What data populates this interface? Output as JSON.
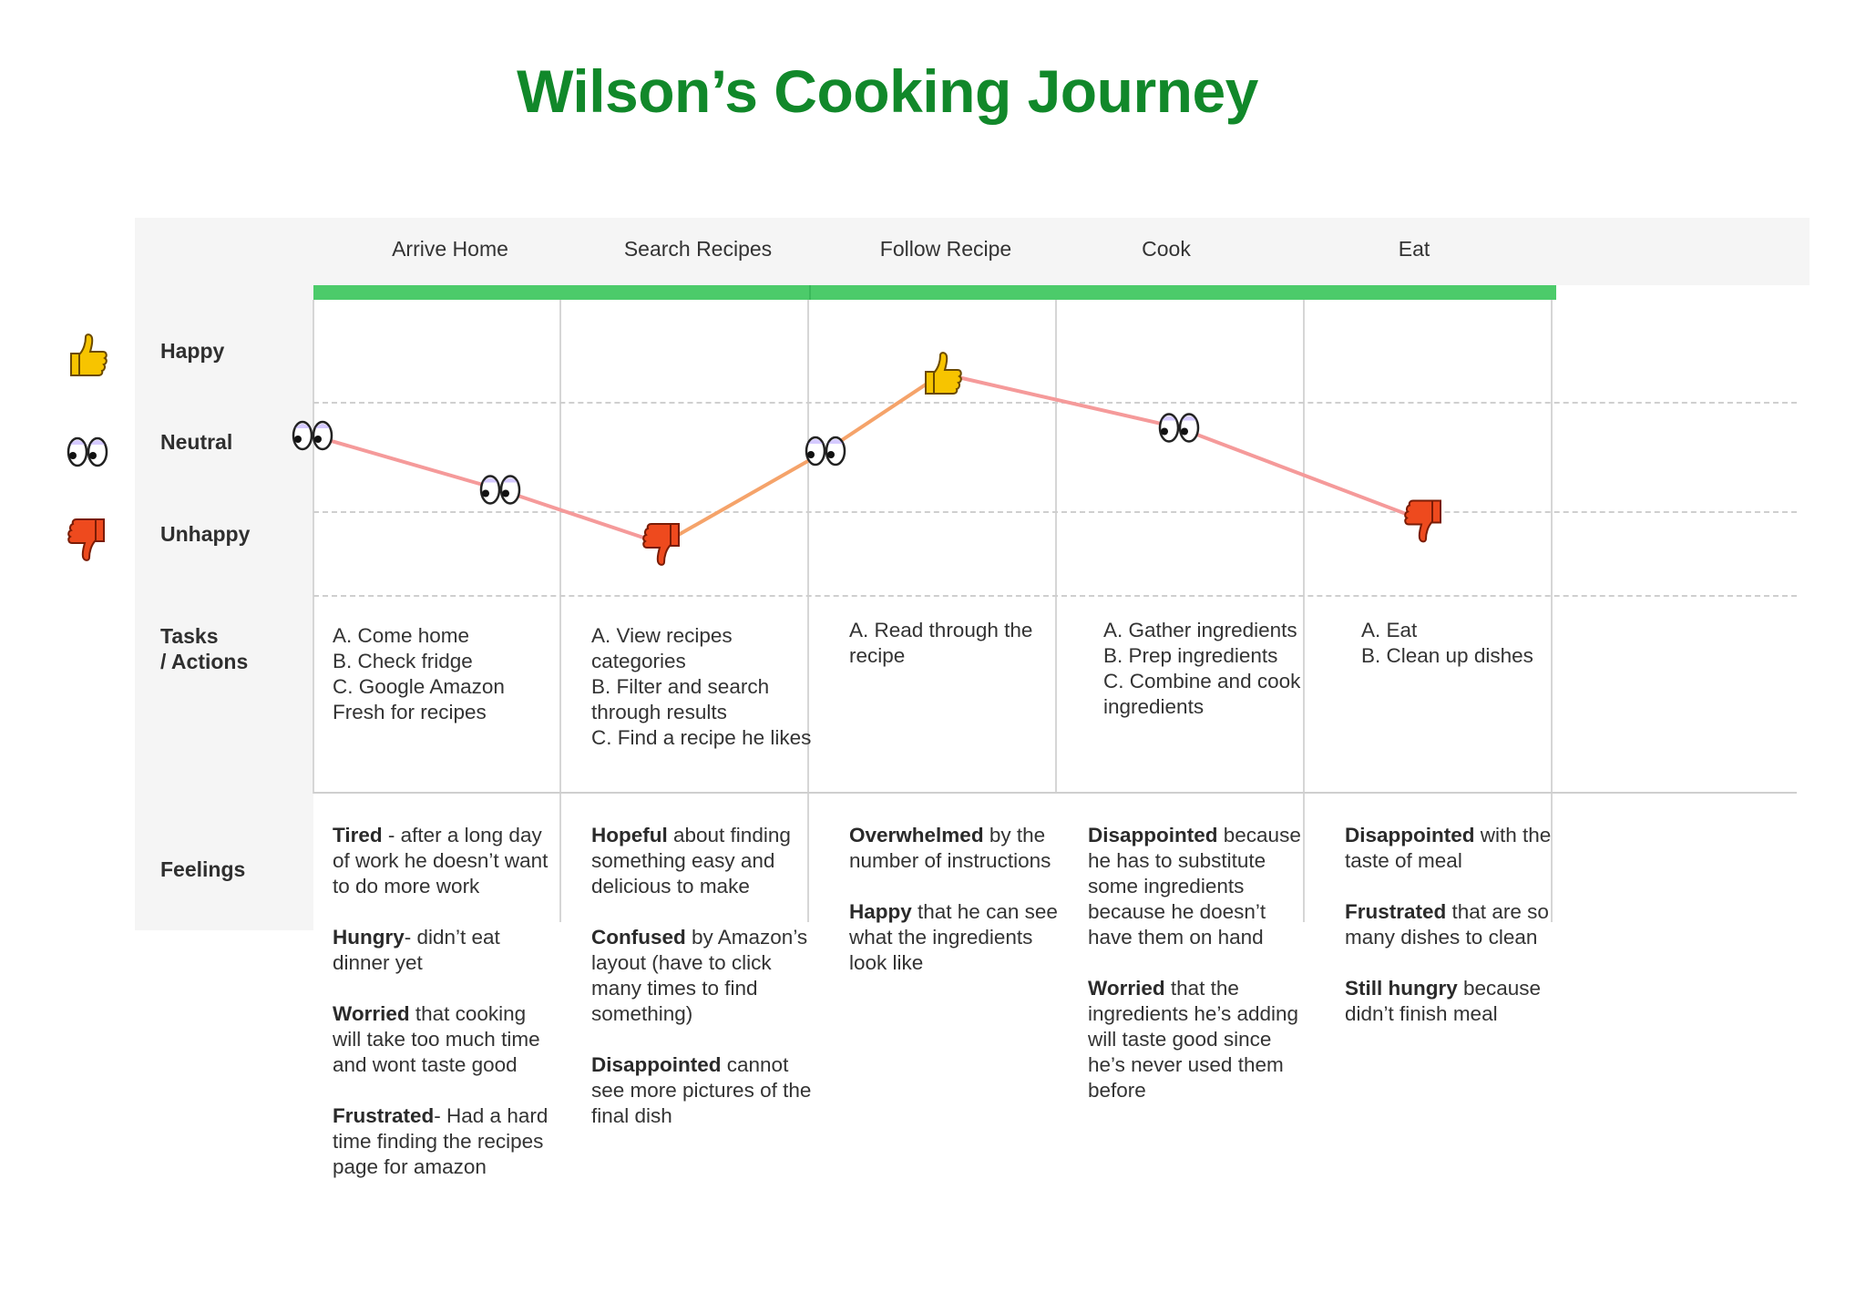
{
  "title": "Wilson’s Cooking Journey",
  "stages": [
    "Arrive Home",
    "Search Recipes",
    "Follow Recipe",
    "Cook",
    "Eat"
  ],
  "rows": {
    "happy": "Happy",
    "neutral": "Neutral",
    "unhappy": "Unhappy",
    "tasks_line1": "Tasks",
    "tasks_line2": "/ Actions",
    "feelings": "Feelings"
  },
  "tasks": [
    [
      "A. Come home",
      "B. Check fridge",
      "C. Google Amazon Fresh for recipes"
    ],
    [
      "A. View recipes categories",
      "B. Filter and search through results",
      "C. Find a recipe he likes"
    ],
    [
      "A.  Read through the recipe"
    ],
    [
      "A. Gather ingredients",
      "B. Prep ingredients",
      "C. Combine and cook ingredients"
    ],
    [
      "A.  Eat",
      "B.  Clean up dishes"
    ]
  ],
  "feelings": [
    [
      {
        "bold": "Tired",
        "rest": " - after a long day of work he doesn’t want to do more work"
      },
      {
        "bold": "Hungry",
        "rest": "- didn’t eat dinner yet"
      },
      {
        "bold": "Worried",
        "rest": " that cooking will take too much time and wont taste good"
      },
      {
        "bold": "Frustrated",
        "rest": "- Had a hard time finding the recipes page for amazon"
      }
    ],
    [
      {
        "bold": "Hopeful",
        "rest": " about finding something easy and delicious to make"
      },
      {
        "bold": "Confused",
        "rest": " by Amazon’s layout (have to click many times to find something)"
      },
      {
        "bold": "Disappointed",
        "rest": " cannot see more pictures of the final dish"
      }
    ],
    [
      {
        "bold": "Overwhelmed",
        "rest": " by the number of instructions"
      },
      {
        "bold": "Happy",
        "rest": " that he can see what the ingredients look like"
      }
    ],
    [
      {
        "bold": "Disappointed",
        "rest": " because he has to substitute some ingredients because he doesn’t have them on hand"
      },
      {
        "bold": "Worried",
        "rest": " that the ingredients he’s adding will taste good since he’s never used them before"
      }
    ],
    [
      {
        "bold": "Disappointed",
        "rest": " with the taste of meal"
      },
      {
        "bold": "Frustrated",
        "rest": " that are so many dishes to clean"
      },
      {
        "bold": "Still hungry",
        "rest": " because didn’t finish meal"
      }
    ]
  ],
  "journey_points": [
    {
      "mood": "neutral",
      "stage": "Arrive Home",
      "level": 0
    },
    {
      "mood": "neutral",
      "stage": "Arrive Home",
      "level": -0.7
    },
    {
      "mood": "unhappy",
      "stage": "Search Recipes",
      "level": -1.4
    },
    {
      "mood": "neutral",
      "stage": "Follow Recipe",
      "level": -0.2
    },
    {
      "mood": "happy",
      "stage": "Follow Recipe",
      "level": 0.8
    },
    {
      "mood": "neutral",
      "stage": "Cook",
      "level": 0.1
    },
    {
      "mood": "unhappy",
      "stage": "Eat",
      "level": -1.1
    }
  ],
  "colors": {
    "title": "#11882a",
    "stage_bar": "#4ccb6a",
    "line_down": "#f59a9a",
    "line_up": "#f5a36a",
    "thumb_up": "#f7c400",
    "thumb_down": "#ee4a1e"
  }
}
